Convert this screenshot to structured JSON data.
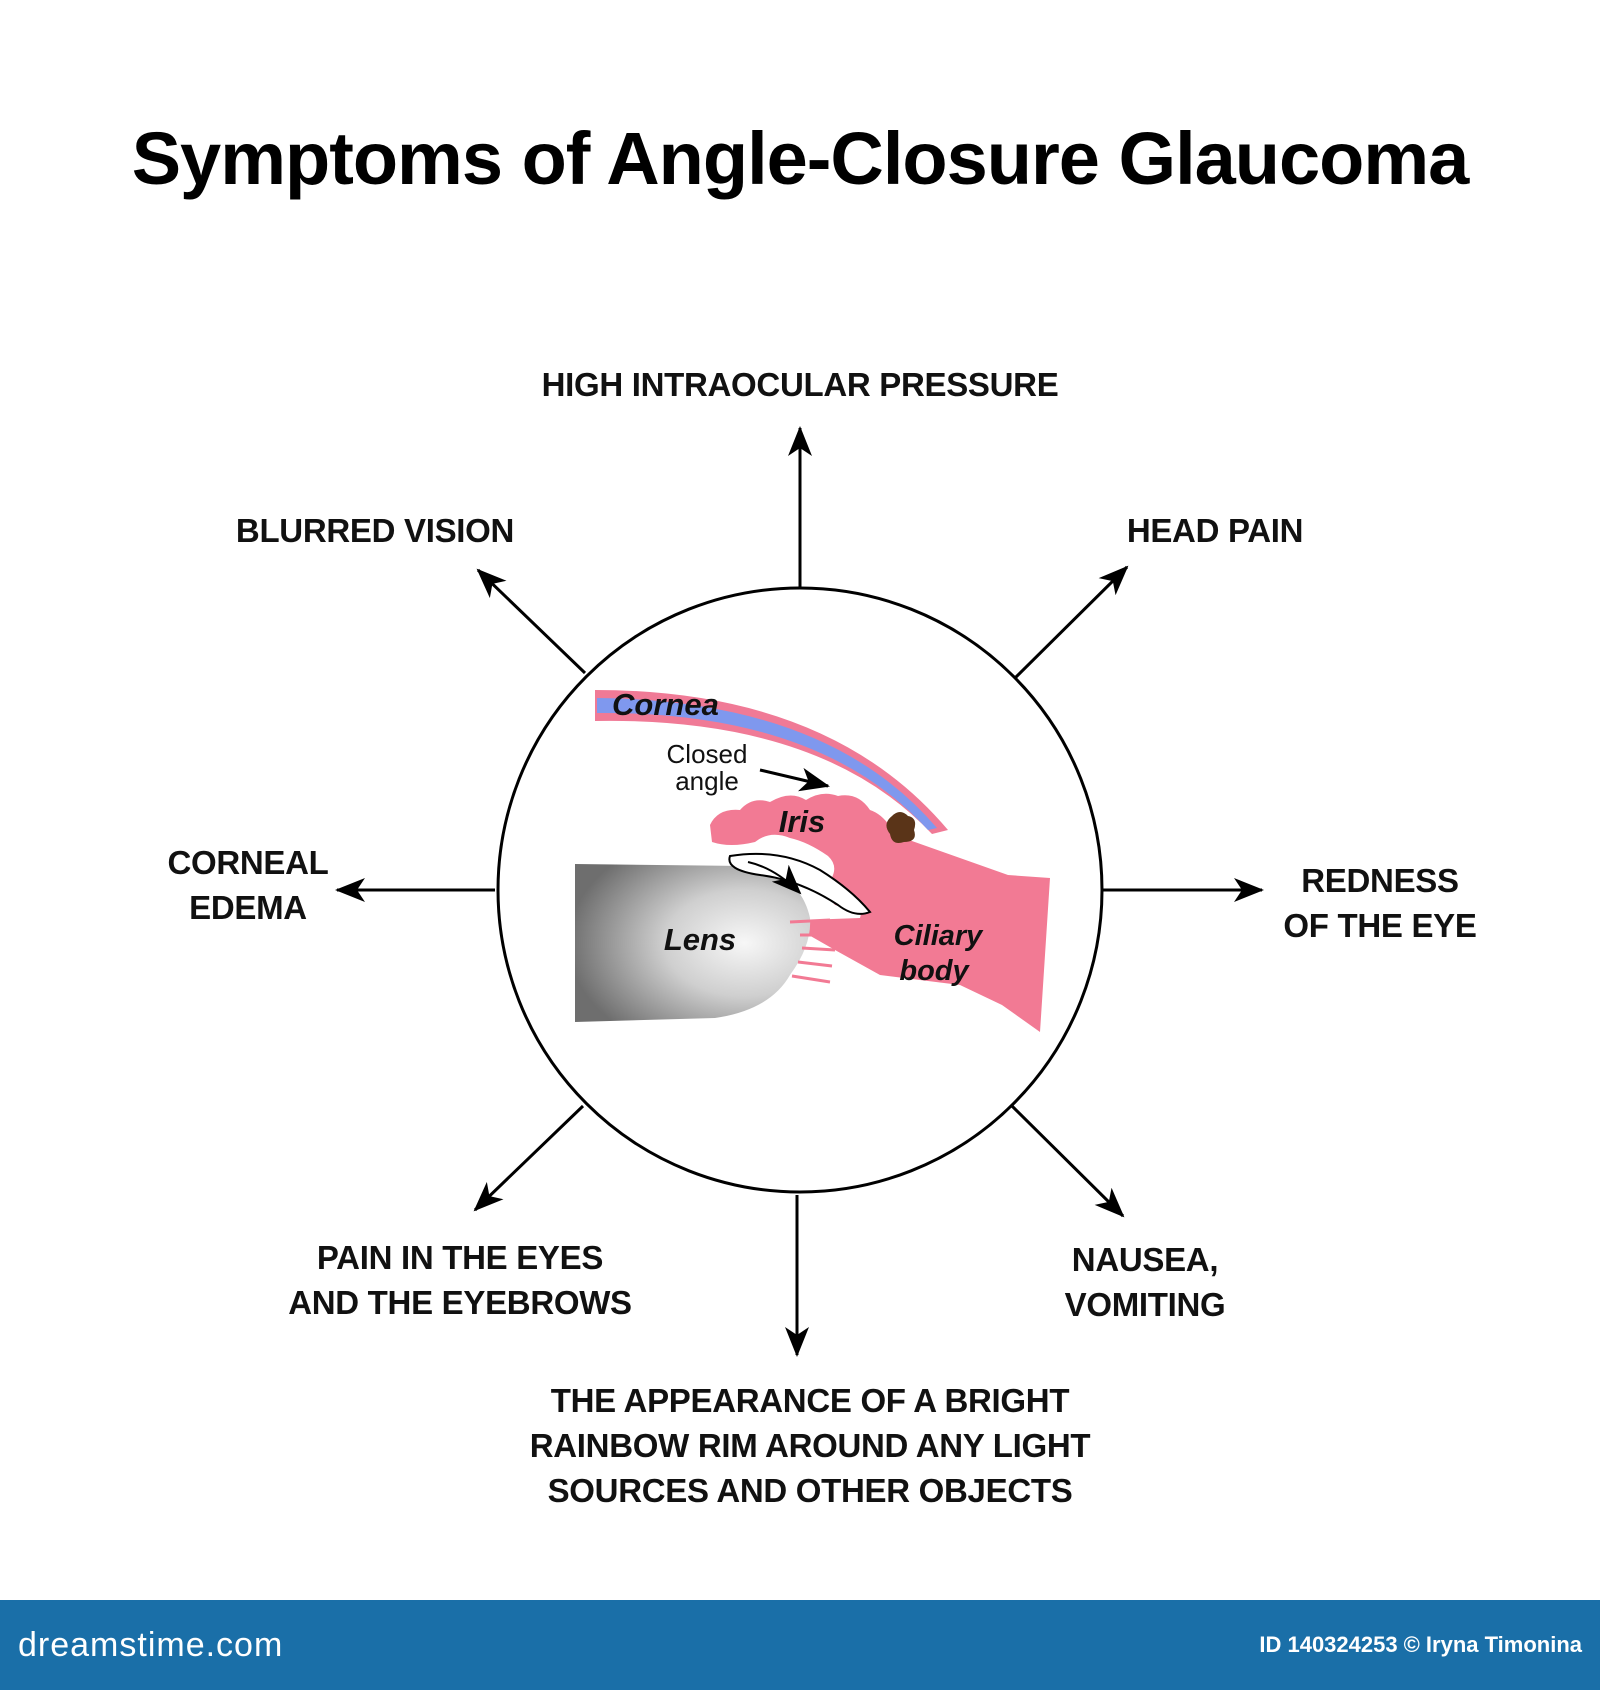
{
  "title": "Symptoms of Angle-Closure Glaucoma",
  "symptoms": {
    "top": "HIGH INTRAOCULAR PRESSURE",
    "top_left": "BLURRED VISION",
    "top_right": "HEAD PAIN",
    "left": [
      "CORNEAL",
      "EDEMA"
    ],
    "right": [
      "REDNESS",
      "OF THE EYE"
    ],
    "bottom_left": [
      "PAIN IN THE EYES",
      "AND THE EYEBROWS"
    ],
    "bottom_right": [
      "NAUSEA,",
      "VOMITING"
    ],
    "bottom": [
      "THE APPEARANCE OF A BRIGHT",
      "RAINBOW RIM AROUND ANY LIGHT",
      "SOURCES AND OTHER OBJECTS"
    ]
  },
  "eye_labels": {
    "cornea": "Cornea",
    "closed_angle": [
      "Closed",
      "angle"
    ],
    "iris": "Iris",
    "lens": "Lens",
    "ciliary_body": [
      "Ciliary",
      "body"
    ]
  },
  "colors": {
    "cornea_outer": "#f07a96",
    "cornea_inner": "#7f98ee",
    "iris": "#f27a94",
    "ciliary_body": "#f27a94",
    "lens_dark": "#7a7a7a",
    "lens_light": "#f6f6f6",
    "footer": "#1a6fa8",
    "nodule": "#5a3418"
  },
  "footer": {
    "logo": "dreamstime.com",
    "id": "ID 140324253",
    "credit": "© Iryna Timonina"
  }
}
